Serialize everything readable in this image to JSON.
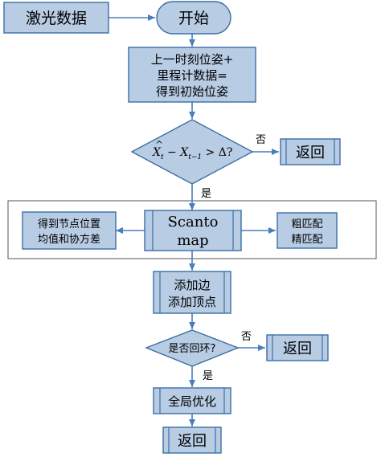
{
  "nodes": {
    "laser_data": "激光数据",
    "start": "开始",
    "prev_pose_l1": "上一时刻位姿+",
    "prev_pose_l2": "里程计数据=",
    "prev_pose_l3": "得到初始位姿",
    "decision1_rhs": "> Δ?",
    "return1": "返回",
    "node_stats_l1": "得到节点位置",
    "node_stats_l2": "均值和协方差",
    "scanto_l1": "Scanto",
    "scanto_l2": "map",
    "match_l1": "粗匹配",
    "match_l2": "精匹配",
    "add_l1": "添加边",
    "add_l2": "添加顶点",
    "decision2": "是否回环?",
    "return2": "返回",
    "global_opt": "全局优化",
    "return_final": "返回"
  },
  "edges": {
    "no1": "否",
    "yes1": "是",
    "no2": "否",
    "yes2": "是"
  },
  "colors": {
    "box_fill": "#b8cce4",
    "box_stroke": "#3a6ea5",
    "arrow": "#4a7ebb"
  }
}
